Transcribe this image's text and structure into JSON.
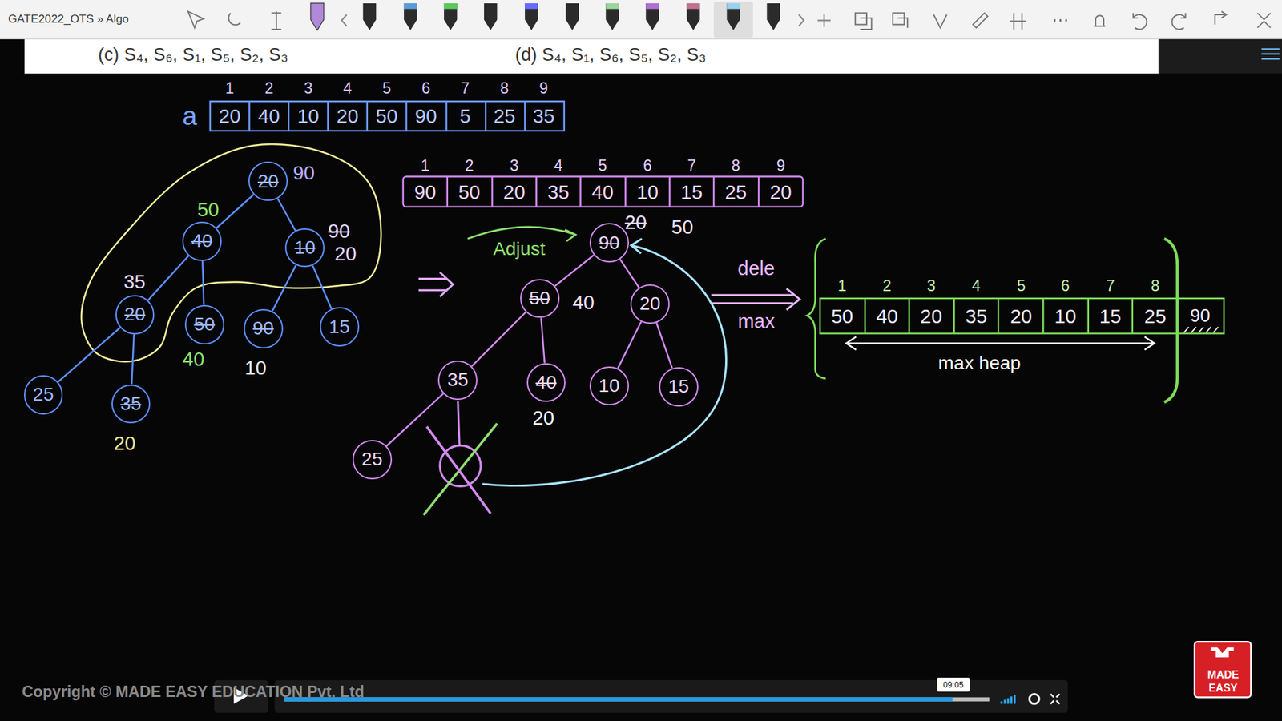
{
  "diagram": {
    "nodes": [
      {
        "text": [
          "20",
          "90"
        ]
      },
      {
        "text": [
          "40",
          "50"
        ]
      },
      {
        "text": [
          "10",
          "90",
          "20"
        ]
      },
      {
        "text": [
          "20",
          "35"
        ]
      },
      {
        "text": [
          "50",
          "40"
        ]
      },
      {
        "text": [
          "90",
          "10"
        ]
      },
      {
        "text": [
          "15"
        ]
      },
      {
        "text": [
          "25"
        ]
      },
      {
        "text": [
          "35",
          "20"
        ]
      },
      {
        "text": [
          "90",
          "20",
          "50"
        ]
      },
      {
        "text": [
          "50",
          "40"
        ]
      },
      {
        "text": [
          "20"
        ]
      },
      {
        "text": [
          "35"
        ]
      },
      {
        "text": [
          "40",
          "20"
        ]
      },
      {
        "text": [
          "10"
        ]
      },
      {
        "text": [
          "15"
        ]
      },
      {
        "text": [
          "25"
        ]
      }
    ],
    "edges": [
      {
        "from": 0,
        "to": 1,
        "arrow": "none"
      },
      {
        "from": 0,
        "to": 2,
        "arrow": "none"
      },
      {
        "from": 1,
        "to": 3,
        "arrow": "none"
      },
      {
        "from": 1,
        "to": 4,
        "arrow": "none"
      },
      {
        "from": 2,
        "to": 5,
        "arrow": "none"
      },
      {
        "from": 2,
        "to": 6,
        "arrow": "none"
      },
      {
        "from": 3,
        "to": 7,
        "arrow": "none"
      },
      {
        "from": 3,
        "to": 8,
        "arrow": "none"
      },
      {
        "from": 9,
        "to": 10,
        "arrow": "none"
      },
      {
        "from": 9,
        "to": 11,
        "arrow": "none"
      },
      {
        "from": 10,
        "to": 12,
        "arrow": "none"
      },
      {
        "from": 10,
        "to": 13,
        "arrow": "none"
      },
      {
        "from": 11,
        "to": 14,
        "arrow": "none"
      },
      {
        "from": 11,
        "to": 15,
        "arrow": "none"
      },
      {
        "from": 12,
        "to": 16,
        "arrow": "none"
      }
    ],
    "labels": [
      "GATE2022_OTS » Algo",
      "(c) S₄, S₆, S₁, S₅, S₂, S₃",
      "(d) S₄, S₁, S₆, S₅, S₂, S₃",
      "a",
      "1",
      "2",
      "3",
      "4",
      "5",
      "6",
      "7",
      "8",
      "9",
      "20",
      "40",
      "10",
      "20",
      "50",
      "90",
      "5",
      "25",
      "35",
      "1",
      "2",
      "3",
      "4",
      "5",
      "6",
      "7",
      "8",
      "9",
      "90",
      "50",
      "20",
      "35",
      "40",
      "10",
      "15",
      "25",
      "20",
      "Adjust",
      "dele",
      "max",
      "1",
      "2",
      "3",
      "4",
      "5",
      "6",
      "7",
      "8",
      "50",
      "40",
      "20",
      "35",
      "20",
      "10",
      "15",
      "25",
      "90",
      "max heap",
      "Copyright © MADE EASY EDUCATION Pvt. Ltd",
      "09:05",
      "MADE",
      "EASY"
    ]
  }
}
